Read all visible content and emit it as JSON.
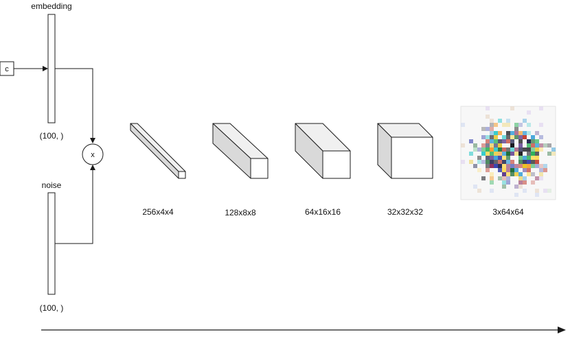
{
  "condition_box": {
    "label": "c"
  },
  "embedding": {
    "label": "embedding",
    "shape": "(100, )"
  },
  "noise": {
    "label": "noise",
    "shape": "(100, )"
  },
  "multiply": {
    "symbol": "x"
  },
  "layers": [
    {
      "label": "256x4x4"
    },
    {
      "label": "128x8x8"
    },
    {
      "label": "64x16x16"
    },
    {
      "label": "32x32x32"
    },
    {
      "label": "3x64x64"
    }
  ],
  "colors": {
    "stroke": "#1a1a1a",
    "face_front": "#ffffff",
    "face_top": "#f0f0f0",
    "face_side": "#d9d9d9"
  }
}
